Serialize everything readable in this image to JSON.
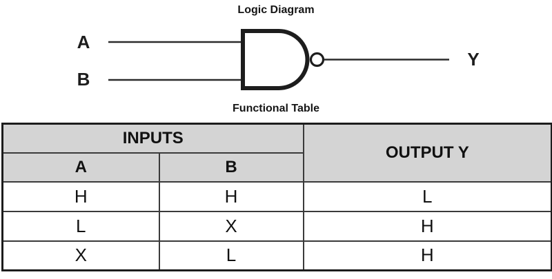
{
  "logic_diagram": {
    "title": "Logic Diagram",
    "gate_type": "nand-gate-2-input",
    "inputs": [
      {
        "label": "A"
      },
      {
        "label": "B"
      }
    ],
    "output_label": "Y",
    "line_color": "#2b2b2b",
    "gate_stroke_color": "#1d1d1d",
    "gate_fill_color": "#ffffff"
  },
  "functional_table": {
    "title": "Functional Table",
    "header": {
      "inputs_label": "INPUTS",
      "output_label": "OUTPUT Y",
      "input_columns": [
        "A",
        "B"
      ]
    },
    "rows": [
      [
        "H",
        "H",
        "L"
      ],
      [
        "L",
        "X",
        "H"
      ],
      [
        "X",
        "L",
        "H"
      ]
    ],
    "header_bg_color": "#d4d4d4",
    "border_color": "#1c1c1c",
    "text_color": "#111111"
  }
}
